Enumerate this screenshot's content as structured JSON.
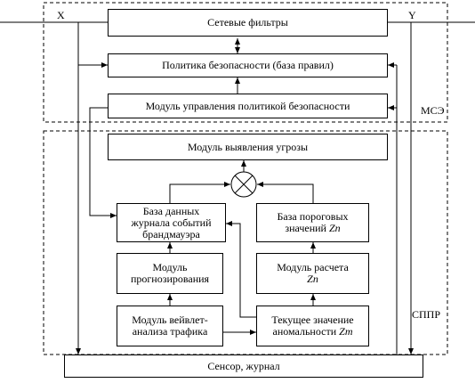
{
  "labels": {
    "x": "X",
    "y": "Y",
    "mse": "МСЭ",
    "sppr": "СППР"
  },
  "blocks": {
    "network_filters": "Сетевые фильтры",
    "security_policy": "Политика безопасности (база правил)",
    "policy_mgmt": "Модуль управления политикой безопасности",
    "threat_detect": "Модуль выявления угрозы",
    "firewall_log_db": [
      "База данных",
      "журнала событий",
      "брандмауэра"
    ],
    "threshold_db": [
      "База пороговых",
      "значений "
    ],
    "threshold_db_var": "Zn",
    "forecast": [
      "Модуль",
      "прогнозирования"
    ],
    "calc_module": "Модуль расчета",
    "calc_module_var": "Zn",
    "wavelet": [
      "Модуль вейвлет-",
      "анализа трафика"
    ],
    "current_value": [
      "Текущее значение",
      "аномальности "
    ],
    "current_value_var": "Zт",
    "sensor": "Сенсор, журнал"
  }
}
